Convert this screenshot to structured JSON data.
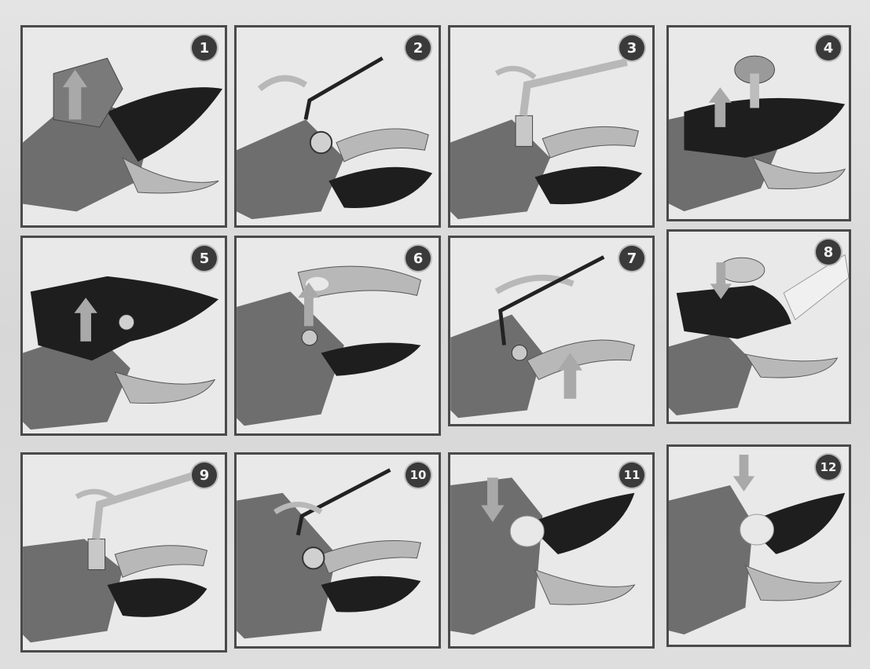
{
  "title": "",
  "panels": [
    {
      "step": "1",
      "arrow": "up"
    },
    {
      "step": "2",
      "arrow": "none"
    },
    {
      "step": "3",
      "arrow": "none"
    },
    {
      "step": "4",
      "arrow": "up"
    },
    {
      "step": "5",
      "arrow": "up"
    },
    {
      "step": "6",
      "arrow": "up"
    },
    {
      "step": "7",
      "arrow": "up"
    },
    {
      "step": "8",
      "arrow": "down"
    },
    {
      "step": "9",
      "arrow": "none"
    },
    {
      "step": "10",
      "arrow": "none"
    },
    {
      "step": "11",
      "arrow": "down"
    },
    {
      "step": "12",
      "arrow": "down"
    }
  ],
  "colors": {
    "frame": "#4a4a4a",
    "body": "#6e6e6e",
    "blade_dark": "#1e1e1e",
    "blade_light": "#b8b8b8",
    "arrow": "#a9a9a9",
    "tool": "#222222"
  },
  "icons": [
    "up-arrow-icon",
    "down-arrow-icon",
    "hex-key-icon",
    "bolt-icon",
    "wrench-icon"
  ]
}
